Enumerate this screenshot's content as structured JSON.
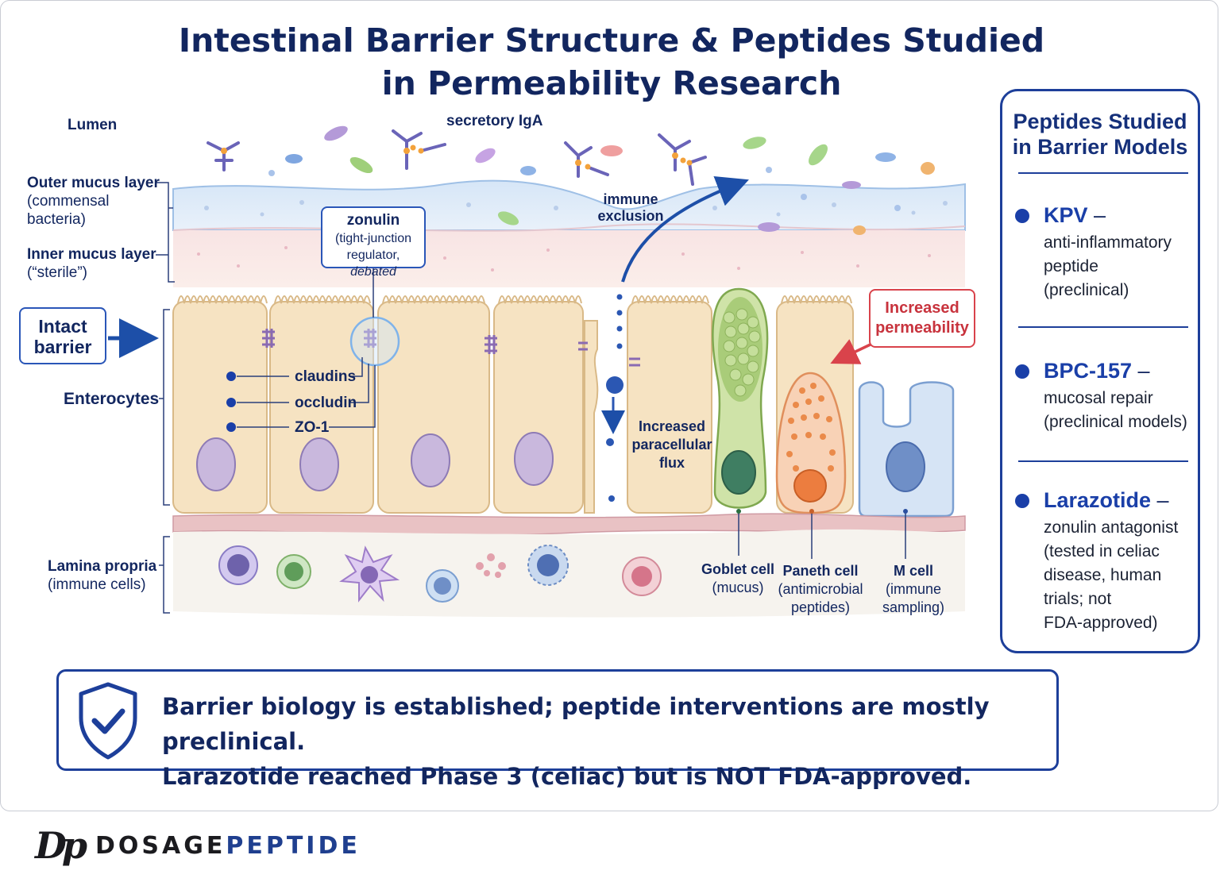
{
  "title": {
    "line1": "Intestinal Barrier Structure & Peptides Studied",
    "line2": "in Permeability Research"
  },
  "labels": {
    "lumen": "Lumen",
    "secretory_iga": "secretory IgA",
    "outer_mucus": "Outer mucus layer",
    "outer_mucus_sub1": "(commensal",
    "outer_mucus_sub2": "bacteria)",
    "inner_mucus": "Inner mucus layer",
    "inner_mucus_sub": "(“sterile”)",
    "intact_barrier_1": "Intact",
    "intact_barrier_2": "barrier",
    "enterocytes": "Enterocytes",
    "lamina_propria": "Lamina propria",
    "lamina_propria_sub": "(immune cells)",
    "zonulin": "zonulin",
    "zonulin_sub1": "(tight-junction",
    "zonulin_sub2": "regulator, ",
    "zonulin_sub3": "debated",
    "claudins": "claudins",
    "occludin": "occludin",
    "zo1": "ZO-1",
    "immune_exclusion_1": "immune",
    "immune_exclusion_2": "exclusion",
    "paracellular_1": "Increased",
    "paracellular_2": "paracellular",
    "paracellular_3": "flux",
    "increased_perm_1": "Increased",
    "increased_perm_2": "permeability",
    "goblet": "Goblet cell",
    "goblet_sub": "(mucus)",
    "paneth": "Paneth cell",
    "paneth_sub1": "(antimicrobial",
    "paneth_sub2": "peptides)",
    "mcell": "M cell",
    "mcell_sub1": "(immune",
    "mcell_sub2": "sampling)"
  },
  "panel": {
    "title1": "Peptides Studied",
    "title2": "in Barrier Models",
    "peptides": [
      {
        "name": "KPV",
        "dash": " –",
        "desc": [
          "anti-inflammatory",
          "peptide",
          "(preclinical)"
        ]
      },
      {
        "name": "BPC-157",
        "dash": " –",
        "desc": [
          "mucosal repair",
          "(preclinical models)"
        ]
      },
      {
        "name": "Larazotide",
        "dash": " –",
        "desc": [
          "zonulin antagonist",
          "(tested in celiac",
          "disease, human",
          "trials; not",
          "FDA-approved)"
        ]
      }
    ]
  },
  "note": {
    "line1": "Barrier biology is established; peptide interventions are mostly preclinical.",
    "line2": "Larazotide reached Phase 3 (celiac) but is NOT FDA-approved."
  },
  "brand": {
    "monogram": "Dp",
    "word1": "DOSAGE",
    "word2": "PEPTIDE"
  },
  "colors": {
    "navy": "#12265f",
    "accent_blue": "#1d3f9a",
    "alert_red": "#d9434b",
    "cell_beige": "#f6e3c2",
    "goblet_green": "#b9d98e",
    "paneth_orange": "#f4b48a",
    "mcell_blue": "#cfdff3"
  }
}
